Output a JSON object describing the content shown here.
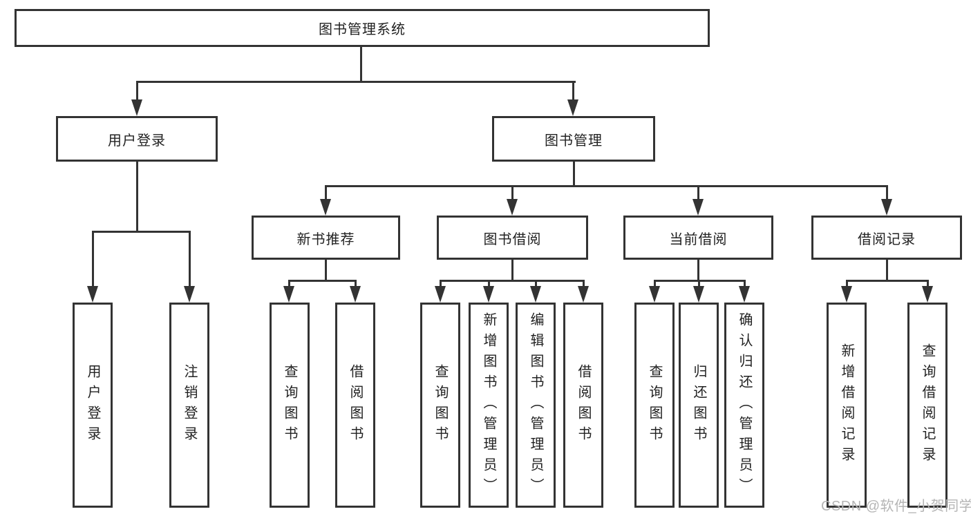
{
  "tree": {
    "root": {
      "label": "图书管理系统"
    },
    "branches": [
      {
        "label": "用户登录",
        "children": [
          {
            "label": "用户登录"
          },
          {
            "label": "注销登录"
          }
        ]
      },
      {
        "label": "图书管理",
        "groups": [
          {
            "label": "新书推荐",
            "children": [
              {
                "label": "查询图书"
              },
              {
                "label": "借阅图书"
              }
            ]
          },
          {
            "label": "图书借阅",
            "children": [
              {
                "label": "查询图书"
              },
              {
                "label": "新增图书（管理员）"
              },
              {
                "label": "编辑图书（管理员）"
              },
              {
                "label": "借阅图书"
              }
            ]
          },
          {
            "label": "当前借阅",
            "children": [
              {
                "label": "查询图书"
              },
              {
                "label": "归还图书"
              },
              {
                "label": "确认归还（管理员）"
              }
            ]
          },
          {
            "label": "借阅记录",
            "children": [
              {
                "label": "新增借阅记录"
              },
              {
                "label": "查询借阅记录"
              }
            ]
          }
        ]
      }
    ]
  },
  "watermark": {
    "text": "CSDN @软件_小贺同学"
  },
  "colors": {
    "line": "#333333",
    "box_border": "#333333",
    "text": "#222222",
    "background": "#ffffff",
    "watermark": "#b5b5b5"
  }
}
